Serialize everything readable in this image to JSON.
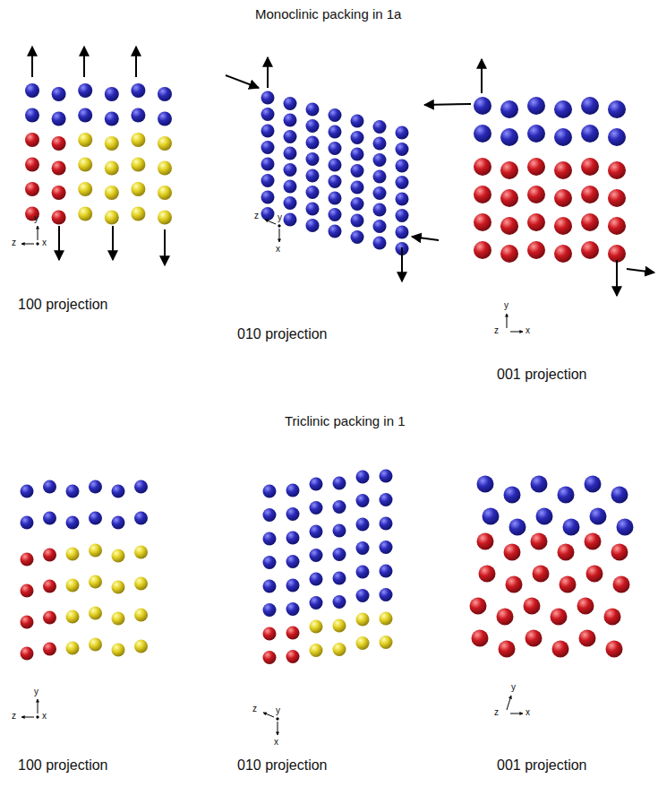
{
  "diagram": {
    "labels": [
      "Monoclinic packing  in 1a",
      "100 projection",
      "010 projection",
      "001 projection",
      "Triclinic packing in 1",
      "100 projection",
      "010 projection",
      "001 projection",
      "y",
      "z",
      "x",
      "z",
      "y",
      "x",
      "y",
      "z",
      "x",
      "y",
      "z",
      "x",
      "z",
      "y",
      "x",
      "y",
      "z",
      "x"
    ]
  }
}
